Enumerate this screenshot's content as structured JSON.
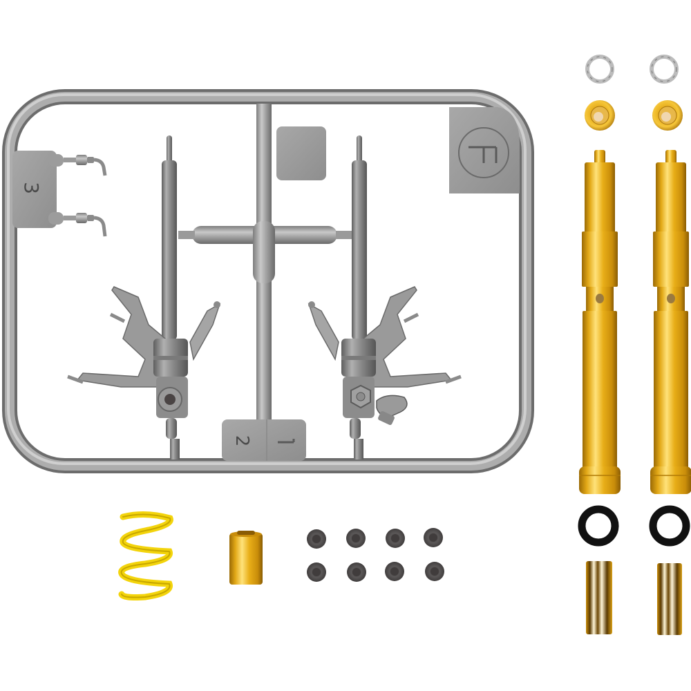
{
  "scene": {
    "description": "Model kit front fork set: silver plastic sprue with fork parts, plus turned brass/gold metal parts",
    "background": "#ffffff"
  },
  "sprue": {
    "color": "#9c9c9c",
    "color_dark": "#6f6f6f",
    "color_light": "#c8c8c8",
    "tag_letter": "F",
    "part_numbers": [
      "1",
      "2",
      "3"
    ],
    "parts": [
      {
        "number": "1",
        "name": "Right fork lower / brake caliper mount"
      },
      {
        "number": "2",
        "name": "Left fork lower"
      },
      {
        "number": "3",
        "name": "Brake line fittings (x2)"
      }
    ]
  },
  "metal_parts": {
    "gold": "#e2a816",
    "gold_light": "#ffd95a",
    "gold_dark": "#a9740a",
    "silver_rings": {
      "count": 2,
      "color": "#b8b8b8"
    },
    "gold_caps": {
      "count": 2
    },
    "fork_tubes": {
      "count": 2
    },
    "o_rings": {
      "count": 2,
      "color": "#111111"
    },
    "short_sleeves": {
      "count": 2
    },
    "spring": {
      "count": 1,
      "color": "#f5d80f"
    },
    "collar": {
      "count": 1
    },
    "rubber_caps": {
      "count": 8,
      "color": "#4d4a4a",
      "rows": 2,
      "cols": 4
    }
  }
}
